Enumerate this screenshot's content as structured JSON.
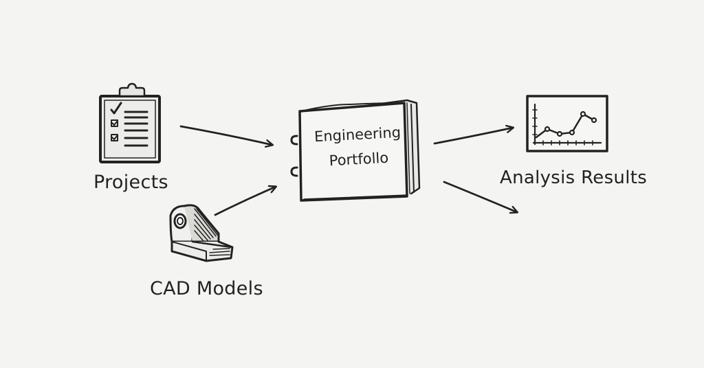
{
  "diagram": {
    "center": {
      "title_line1": "Engineering",
      "title_line2": "Portfollo"
    },
    "inputs": [
      {
        "label": "Projects",
        "icon": "clipboard-checklist-icon"
      },
      {
        "label": "CAD Models",
        "icon": "cad-part-icon"
      }
    ],
    "outputs": [
      {
        "label": "Analysis Results",
        "icon": "line-chart-icon"
      }
    ],
    "colors": {
      "ink": "#222222",
      "paper": "#f4f4f2"
    }
  }
}
